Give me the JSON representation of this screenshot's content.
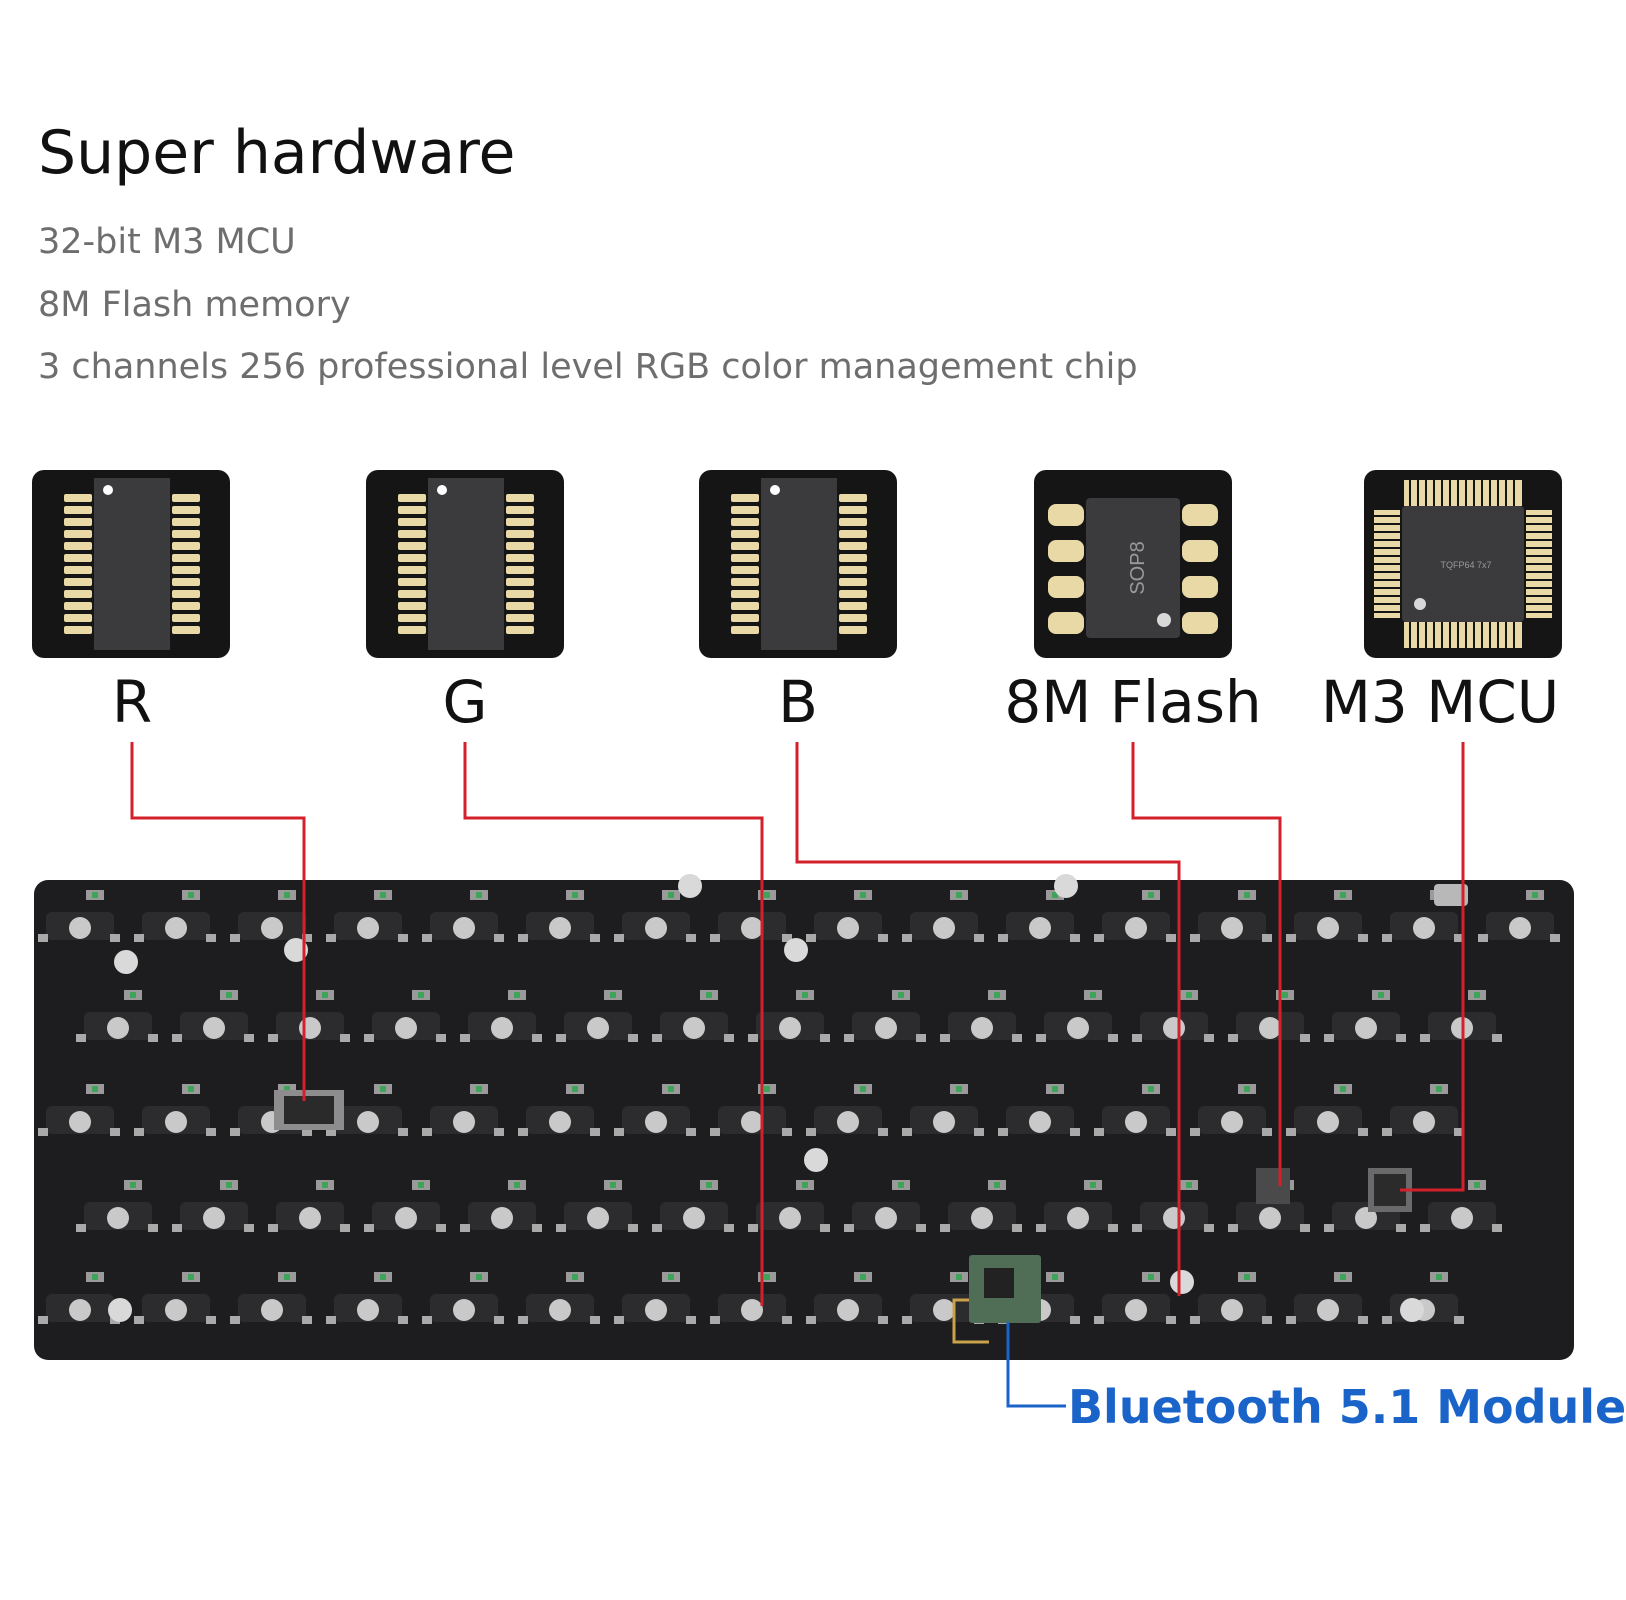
{
  "heading": {
    "title": "Super hardware",
    "features": [
      "32-bit M3 MCU",
      "8M Flash memory",
      "3 channels 256 professional level RGB color management chip"
    ]
  },
  "chips": [
    {
      "label": "R",
      "package": "tssop"
    },
    {
      "label": "G",
      "package": "tssop"
    },
    {
      "label": "B",
      "package": "tssop"
    },
    {
      "label": "8M Flash",
      "package": "sop8",
      "marking": "SOP8"
    },
    {
      "label": "M3 MCU",
      "package": "tqfp",
      "marking": "TQFP64  7x7"
    }
  ],
  "pcb": {
    "module_label": "Bluetooth 5.1 Module"
  },
  "colors": {
    "leader_line": "#d4202a",
    "module_line": "#1a63c9",
    "board": "#1d1d1f",
    "pin": "#e8d9a6"
  }
}
